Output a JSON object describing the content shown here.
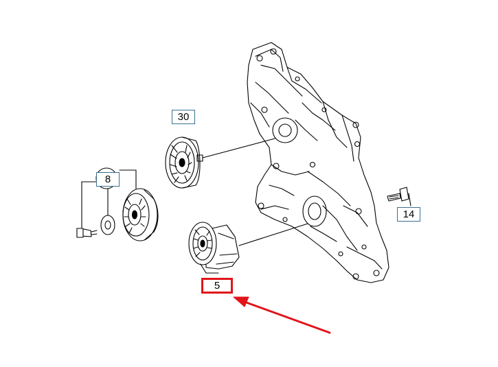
{
  "diagram": {
    "callouts": {
      "c30": "30",
      "c8": "8",
      "c14": "14",
      "c5": "5"
    },
    "colors": {
      "callout_border": "#3a6f8f",
      "highlight": "#e0141b",
      "line": "#000000"
    }
  }
}
